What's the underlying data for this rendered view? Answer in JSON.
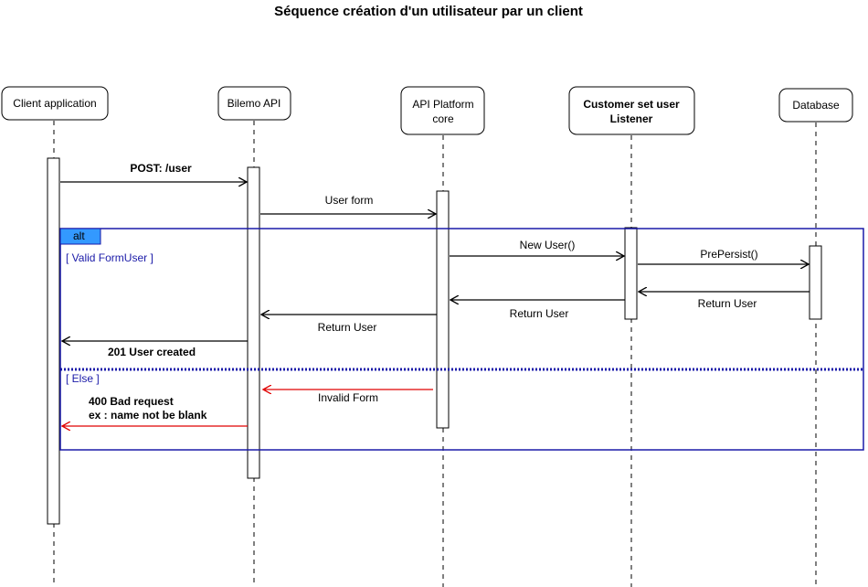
{
  "title": "Séquence création d'un utilisateur par un client",
  "participants": [
    {
      "name": "Client application",
      "bold": false
    },
    {
      "name": "Bilemo API",
      "bold": false
    },
    {
      "name": "API Platform core",
      "bold": false
    },
    {
      "name": "Customer set user Listener",
      "bold": true
    },
    {
      "name": "Database",
      "bold": false
    }
  ],
  "fragment": {
    "operator": "alt",
    "guards": [
      "[ Valid FormUser ]",
      "[ Else ]"
    ]
  },
  "messages": [
    {
      "label": "POST: /user",
      "bold": true,
      "color": "#000000"
    },
    {
      "label": "User form",
      "bold": false,
      "color": "#000000"
    },
    {
      "label": "New User()",
      "bold": false,
      "color": "#000000"
    },
    {
      "label": "PrePersist()",
      "bold": false,
      "color": "#000000"
    },
    {
      "label": "Return User",
      "bold": false,
      "color": "#000000"
    },
    {
      "label": "Return User",
      "bold": false,
      "color": "#000000"
    },
    {
      "label": "Return User",
      "bold": false,
      "color": "#000000"
    },
    {
      "label": "201 User created",
      "bold": true,
      "color": "#000000"
    },
    {
      "label": "Invalid Form",
      "bold": false,
      "color": "#e00000"
    },
    {
      "label": "400 Bad request",
      "bold": true,
      "color": "#e00000"
    },
    {
      "label": "ex : name not be blank",
      "bold": true,
      "color": "#e00000"
    }
  ],
  "colors": {
    "fragment_border": "#1a1aa8",
    "alt_tab_fill": "#3399ff",
    "error_arrow": "#e00000"
  }
}
